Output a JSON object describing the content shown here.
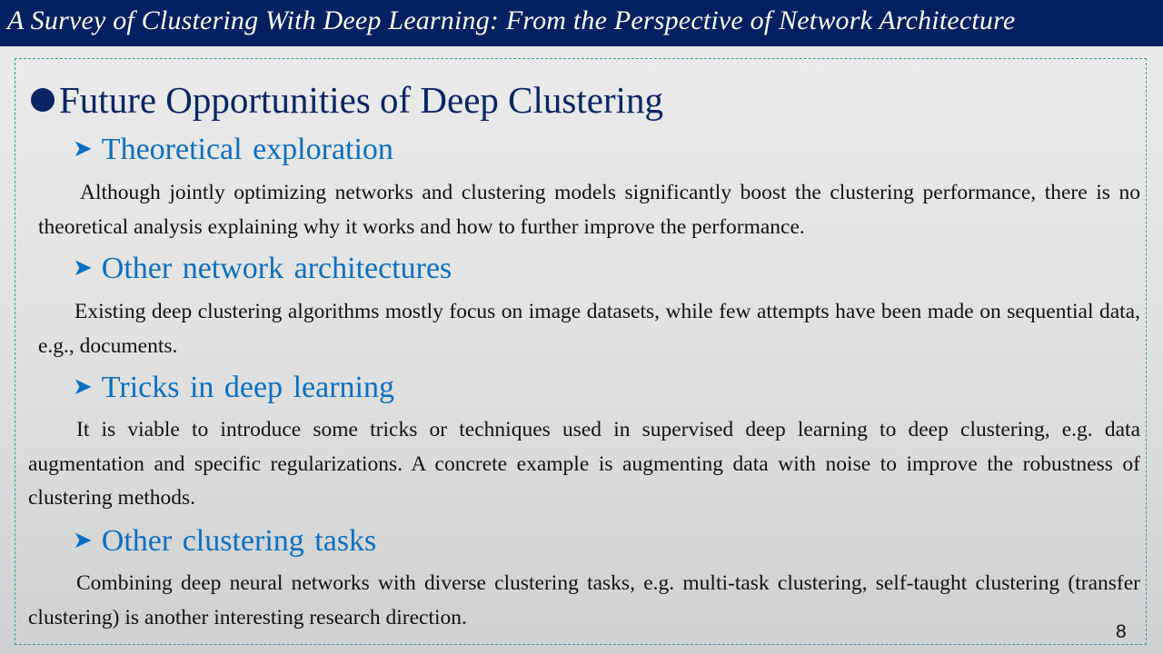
{
  "header": {
    "title": "A Survey of Clustering With Deep Learning: From the Perspective of Network Architecture"
  },
  "main": {
    "heading": "Future Opportunities of Deep Clustering",
    "sections": [
      {
        "title": "Theoretical exploration",
        "text": "Although jointly optimizing networks and clustering models significantly boost the clustering performance, there is no theoretical analysis explaining why it works and how to further improve the performance."
      },
      {
        "title": "Other network architectures",
        "text": "Existing deep clustering algorithms mostly focus on image datasets, while few attempts have been made on sequential data, e.g., documents."
      },
      {
        "title": "Tricks in deep learning",
        "text": "It is viable to introduce some tricks or techniques used in supervised deep learning to deep clustering, e.g. data augmentation and specific regularizations. A concrete example is augmenting data with noise to improve the robustness of clustering methods."
      },
      {
        "title": "Other clustering tasks",
        "text": "Combining deep neural networks with diverse clustering tasks, e.g. multi-task clustering, self-taught clustering (transfer clustering) is another interesting research direction."
      }
    ]
  },
  "footer": {
    "page_number": "8"
  },
  "colors": {
    "header_bg": "#002060",
    "heading": "#0b2463",
    "subheading": "#0a6fc0",
    "frame": "#3a9a9a"
  }
}
